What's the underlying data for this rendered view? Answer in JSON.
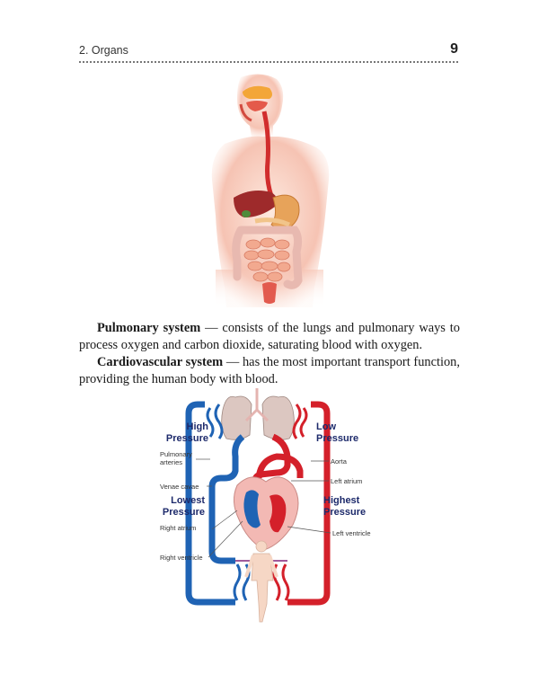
{
  "header": {
    "chapter": "2. Organs",
    "page_number": "9"
  },
  "paragraphs": [
    {
      "term": "Pulmonary system",
      "text": " — consists of the lungs and pulmonary ways to process oxygen and carbon dioxide, saturating blood with oxygen."
    },
    {
      "term": "Cardiovascular system",
      "text": " — has the most important transport function, providing the human body with blood."
    }
  ],
  "diagram": {
    "high_pressure": [
      "High",
      "Pressure"
    ],
    "low_pressure": [
      "Low",
      "Pressure"
    ],
    "lowest_pressure": [
      "Lowest",
      "Pressure"
    ],
    "highest_pressure": [
      "Highest",
      "Pressure"
    ],
    "pulmonary_arteries": [
      "Pulmonary",
      "arteries"
    ],
    "venae_cavae": "Venae cavae",
    "right_atrium": "Right atrium",
    "right_ventricle": "Right ventricle",
    "aorta": "Aorta",
    "left_atrium": "Left atrium",
    "left_ventricle": "Left ventricle",
    "colors": {
      "oxygenated": "#d4202a",
      "deoxygenated": "#1f63b4",
      "label_accent": "#1d2a6b"
    }
  }
}
